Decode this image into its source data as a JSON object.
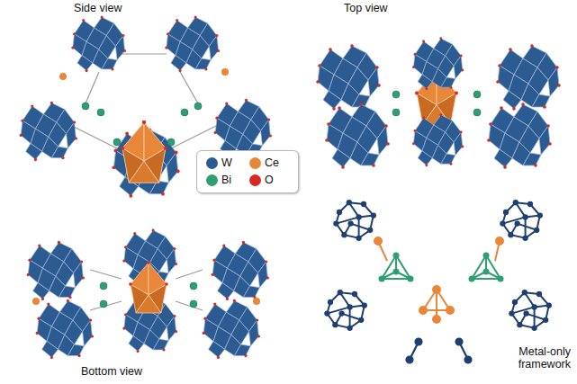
{
  "diagram": {
    "labels": [
      "Side view",
      "Top view",
      "Bottom view",
      "Metal-only framework"
    ],
    "legend": [
      {
        "text": "W",
        "color": "#2c5b92"
      },
      {
        "text": "Ce",
        "color": "#e8873a"
      },
      {
        "text": "Bi",
        "color": "#2f9e74"
      },
      {
        "text": "O",
        "color": "#d42a22"
      }
    ]
  }
}
